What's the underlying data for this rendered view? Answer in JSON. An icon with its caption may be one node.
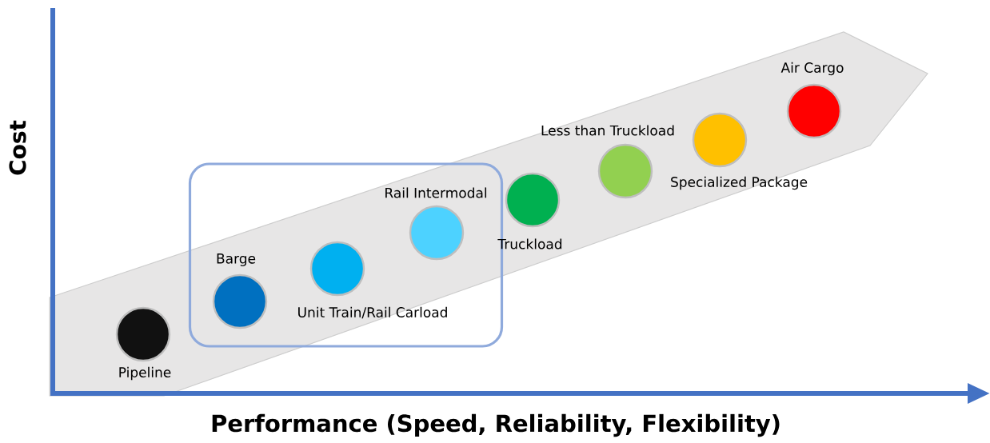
{
  "diagram": {
    "nodes": [
      {
        "text": [
          "Pipeline"
        ]
      },
      {
        "text": [],
        "shape": "box"
      },
      {
        "text": [
          "Barge"
        ],
        "in": 1
      },
      {
        "text": [
          "Unit Train/Rail Carload"
        ],
        "in": 1
      },
      {
        "text": [
          "Rail Intermodal"
        ],
        "in": 1
      },
      {
        "text": [
          "Truckload"
        ]
      },
      {
        "text": [
          "Less than Truckload"
        ]
      },
      {
        "text": [
          "Specialized Package"
        ]
      },
      {
        "text": [
          "Air Cargo"
        ]
      }
    ],
    "labels": [
      "Cost",
      "Performance (Speed, Reliability, Flexibility)"
    ]
  }
}
